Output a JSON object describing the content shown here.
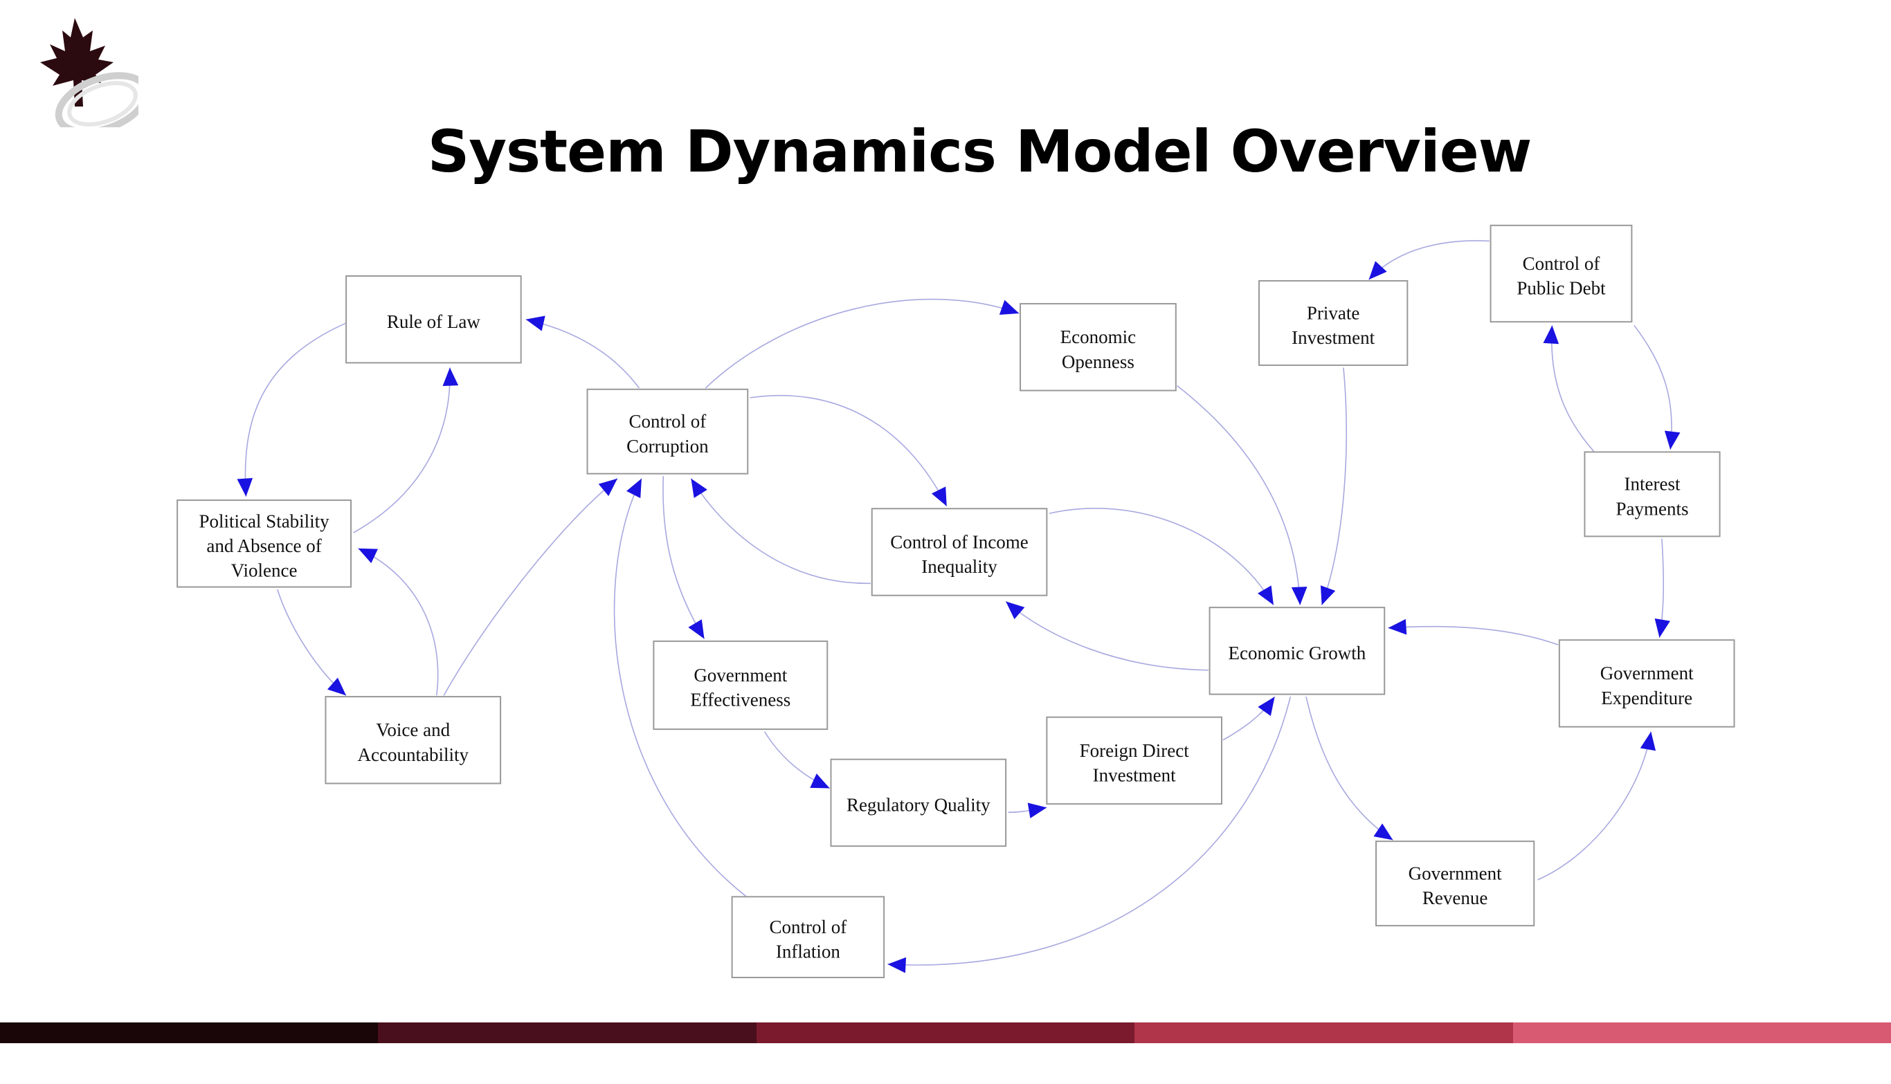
{
  "slide": {
    "title": "System Dynamics Model Overview"
  },
  "logo": {
    "icon": "maple-leaf-logo-icon",
    "colors": [
      "#2b0a10",
      "#cfcfcf"
    ]
  },
  "diagram": {
    "node_color": "#ffffff",
    "border_color": "#999999",
    "edge_color": "#a8a8e0",
    "arrow_color": "#1a12e0",
    "nodes": [
      {
        "id": "rule_of_law",
        "lines": [
          "Rule of Law"
        ]
      },
      {
        "id": "political_stability",
        "lines": [
          "Political Stability",
          "and Absence of",
          "Violence"
        ]
      },
      {
        "id": "voice_accountability",
        "lines": [
          "Voice and",
          "Accountability"
        ]
      },
      {
        "id": "control_corruption",
        "lines": [
          "Control of",
          "Corruption"
        ]
      },
      {
        "id": "economic_openness",
        "lines": [
          "Economic",
          "Openness"
        ]
      },
      {
        "id": "control_income_inequality",
        "lines": [
          "Control of Income",
          "Inequality"
        ]
      },
      {
        "id": "government_effectiveness",
        "lines": [
          "Government",
          "Effectiveness"
        ]
      },
      {
        "id": "regulatory_quality",
        "lines": [
          "Regulatory Quality"
        ]
      },
      {
        "id": "foreign_direct_investment",
        "lines": [
          "Foreign Direct",
          "Investment"
        ]
      },
      {
        "id": "control_inflation",
        "lines": [
          "Control of",
          "Inflation"
        ]
      },
      {
        "id": "economic_growth",
        "lines": [
          "Economic Growth"
        ]
      },
      {
        "id": "private_investment",
        "lines": [
          "Private",
          "Investment"
        ]
      },
      {
        "id": "control_public_debt",
        "lines": [
          "Control of",
          "Public Debt"
        ]
      },
      {
        "id": "interest_payments",
        "lines": [
          "Interest",
          "Payments"
        ]
      },
      {
        "id": "government_expenditure",
        "lines": [
          "Government",
          "Expenditure"
        ]
      },
      {
        "id": "government_revenue",
        "lines": [
          "Government",
          "Revenue"
        ]
      }
    ],
    "edges": [
      {
        "from": "rule_of_law",
        "to": "political_stability"
      },
      {
        "from": "political_stability",
        "to": "rule_of_law"
      },
      {
        "from": "political_stability",
        "to": "voice_accountability"
      },
      {
        "from": "voice_accountability",
        "to": "political_stability"
      },
      {
        "from": "voice_accountability",
        "to": "control_corruption"
      },
      {
        "from": "control_corruption",
        "to": "rule_of_law"
      },
      {
        "from": "control_corruption",
        "to": "economic_openness"
      },
      {
        "from": "control_corruption",
        "to": "control_income_inequality"
      },
      {
        "from": "control_corruption",
        "to": "government_effectiveness"
      },
      {
        "from": "control_income_inequality",
        "to": "control_corruption"
      },
      {
        "from": "control_income_inequality",
        "to": "economic_growth"
      },
      {
        "from": "economic_growth",
        "to": "control_income_inequality"
      },
      {
        "from": "economic_openness",
        "to": "economic_growth"
      },
      {
        "from": "private_investment",
        "to": "economic_growth"
      },
      {
        "from": "control_public_debt",
        "to": "private_investment"
      },
      {
        "from": "control_public_debt",
        "to": "interest_payments"
      },
      {
        "from": "interest_payments",
        "to": "control_public_debt"
      },
      {
        "from": "interest_payments",
        "to": "government_expenditure"
      },
      {
        "from": "government_expenditure",
        "to": "economic_growth"
      },
      {
        "from": "economic_growth",
        "to": "government_revenue"
      },
      {
        "from": "government_revenue",
        "to": "government_expenditure"
      },
      {
        "from": "government_effectiveness",
        "to": "regulatory_quality"
      },
      {
        "from": "regulatory_quality",
        "to": "foreign_direct_investment"
      },
      {
        "from": "foreign_direct_investment",
        "to": "economic_growth"
      },
      {
        "from": "economic_growth",
        "to": "control_inflation"
      },
      {
        "from": "control_inflation",
        "to": "control_corruption"
      }
    ]
  },
  "footer": {
    "colors": [
      "#1a0508",
      "#4a0f1c",
      "#7a1a2c",
      "#b0344a",
      "#d85a72"
    ]
  }
}
